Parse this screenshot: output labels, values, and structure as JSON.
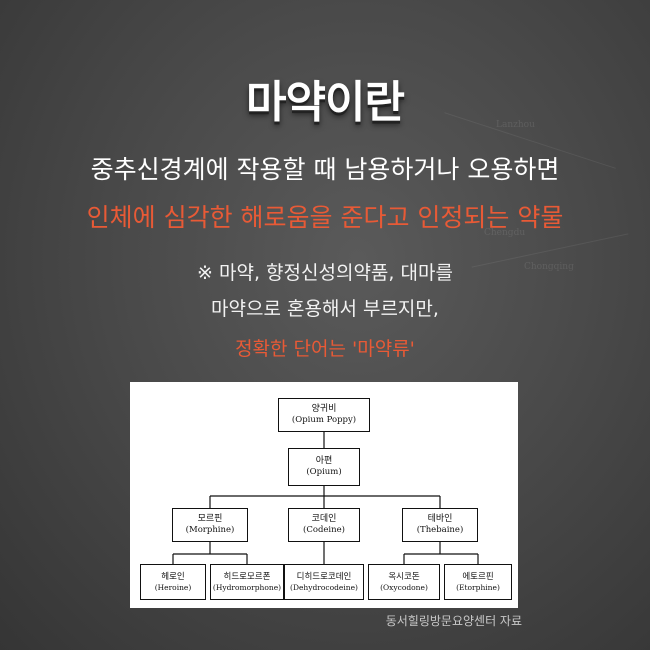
{
  "title": "마약이란",
  "definition": {
    "line1": "중추신경계에 작용할 때 남용하거나 오용하면",
    "line2": "인체에 심각한 해로움을 준다고 인정되는 약물"
  },
  "note": {
    "line1": "※ 마약, 향정신성의약품, 대마를",
    "line2": "마약으로 혼용해서 부르지만,",
    "line3": "정확한 단어는 '마약류'"
  },
  "diagram": {
    "root": {
      "ko": "양귀비",
      "en": "(Opium Poppy)"
    },
    "opium": {
      "ko": "아편",
      "en": "(Opium)"
    },
    "morphine": {
      "ko": "모르핀",
      "en": "(Morphine)"
    },
    "codeine": {
      "ko": "코데인",
      "en": "(Codeine)"
    },
    "thebaine": {
      "ko": "테바인",
      "en": "(Thebaine)"
    },
    "heroine": {
      "ko": "헤로인",
      "en": "(Heroine)"
    },
    "hydromorphone": {
      "ko": "히드로모르폰",
      "en": "(Hydromorphone)"
    },
    "dehydrocodeine": {
      "ko": "디히드로코데인",
      "en": "(Dehydrocodeine)"
    },
    "oxycodone": {
      "ko": "옥시코돈",
      "en": "(Oxycodone)"
    },
    "etorphine": {
      "ko": "에토르핀",
      "en": "(Etorphine)"
    }
  },
  "source": "동서힐링방문요양센터 자료"
}
